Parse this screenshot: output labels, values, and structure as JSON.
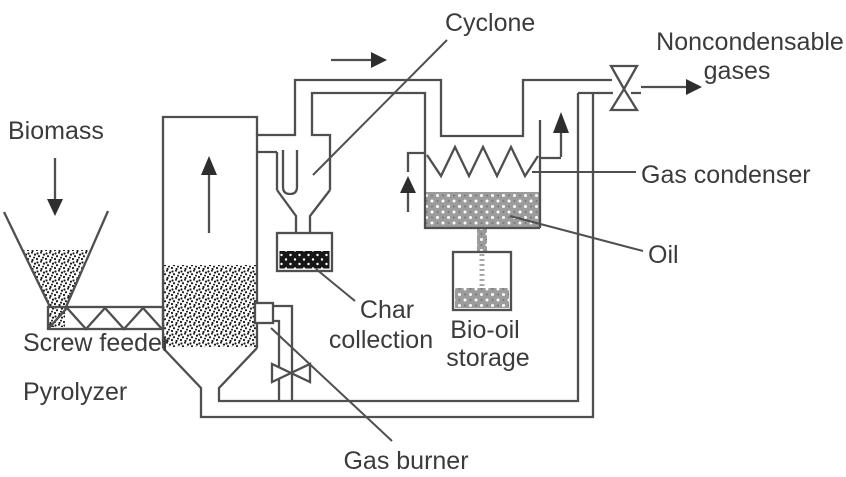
{
  "diagram": {
    "labels": {
      "biomass": "Biomass",
      "screw_feeder": "Screw feeder",
      "pyrolyzer": "Pyrolyzer",
      "cyclone": "Cyclone",
      "char_line1": "Char",
      "char_line2": "collection",
      "bio_oil_line1": "Bio-oil",
      "bio_oil_line2": "storage",
      "gas_burner": "Gas burner",
      "gas_condenser": "Gas condenser",
      "oil": "Oil",
      "noncondensable_line1": "Noncondensable",
      "noncondensable_line2": "gases"
    },
    "icons": {
      "biomass_feed_arrow": "down-arrow",
      "pyrolyzer_flow_arrow": "up-arrow",
      "top_duct_flow_arrow": "right-arrow",
      "condenser_inlet_arrow": "up-arrow",
      "condenser_outlet_arrow": "up-arrow",
      "noncondensable_outlet_arrow": "right-arrow",
      "gas_burner_valve": "bowtie-valve-horizontal",
      "noncondensable_valve": "bowtie-valve-vertical"
    },
    "colors": {
      "line": "#4f4f4f",
      "text": "#3b3b3b",
      "oil_fill": "#9c9c9c",
      "char_fill": "#161616",
      "biomass_dots": "#1a1a1a",
      "background": "#ffffff"
    }
  }
}
